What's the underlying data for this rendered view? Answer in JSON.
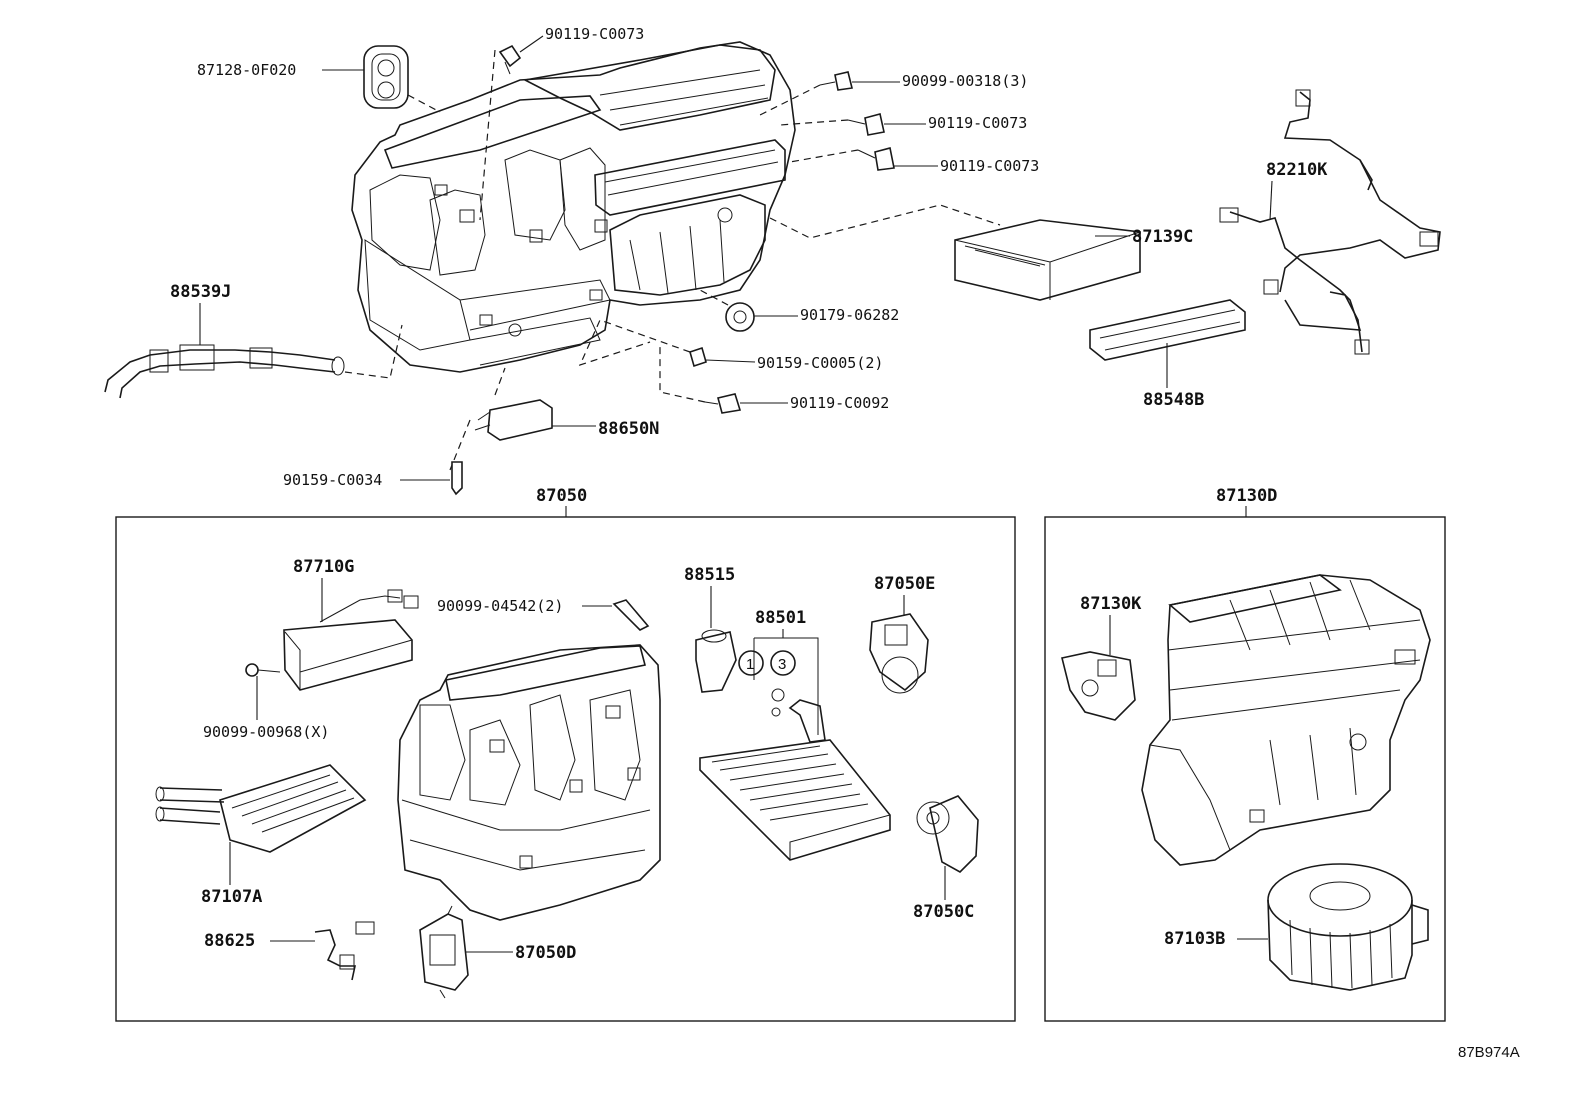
{
  "diagram": {
    "reference_code": "87B974A",
    "callouts": {
      "p_87128_0F020": "87128-0F020",
      "p_90119_C0073_top": "90119-C0073",
      "p_90099_00318": "90099-00318(3)",
      "p_90119_C0073_a": "90119-C0073",
      "p_90119_C0073_b": "90119-C0073",
      "p_82210K": "82210K",
      "p_87139C": "87139C",
      "p_88539J": "88539J",
      "p_90179_06282": "90179-06282",
      "p_90159_C0005": "90159-C0005(2)",
      "p_90119_C0092": "90119-C0092",
      "p_88548B": "88548B",
      "p_88650N": "88650N",
      "p_90159_C0034": "90159-C0034"
    },
    "groups": {
      "assy_87050": {
        "title": "87050",
        "labels": {
          "p_87710G": "87710G",
          "p_90099_04542": "90099-04542(2)",
          "p_88515": "88515",
          "p_88501": "88501",
          "p_87050E": "87050E",
          "p_circle_1": "1",
          "p_circle_3": "3",
          "p_90099_00968": "90099-00968(X)",
          "p_87107A": "87107A",
          "p_88625": "88625",
          "p_87050D": "87050D",
          "p_87050C": "87050C"
        }
      },
      "assy_87130D": {
        "title": "87130D",
        "labels": {
          "p_87130K": "87130K",
          "p_87103B": "87103B"
        }
      }
    }
  }
}
